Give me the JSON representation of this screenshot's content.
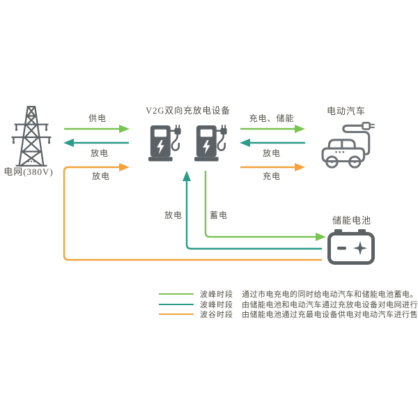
{
  "colors": {
    "green": "#7cc452",
    "teal": "#2a9c87",
    "orange": "#f6a13b",
    "icon": "#5b6165",
    "outline": "#6e7276",
    "text": "#514f47"
  },
  "nodes": {
    "grid": {
      "label": "电网(380V)"
    },
    "charger": {
      "label": "V2G双向充放电设备"
    },
    "ev": {
      "label": "电动汽车"
    },
    "battery": {
      "label": "储能电池"
    }
  },
  "flows": {
    "grid_to_charger": {
      "label": "供电"
    },
    "charger_to_grid": {
      "label": "放电"
    },
    "battery_to_charger_via_grid_side": {
      "label": "放电"
    },
    "charger_to_ev_charge_store": {
      "label": "充电、储能"
    },
    "ev_to_charger": {
      "label": "放电"
    },
    "charger_to_ev_charge": {
      "label": "充电"
    },
    "battery_to_charger_up": {
      "label": "放电"
    },
    "charger_to_battery": {
      "label": "蓄电"
    }
  },
  "legend": {
    "items": [
      {
        "period": "波峰时段",
        "description": "通过市电充电的同时给电动汽车和储能电池蓄电。"
      },
      {
        "period": "波峰时段",
        "description": "由储能电池和电动汽车通过充放电设备对电网进行售电。"
      },
      {
        "period": "波谷时段",
        "description": "由储能电池通过充最电设备供电对电动汽车进行售电。"
      }
    ]
  }
}
